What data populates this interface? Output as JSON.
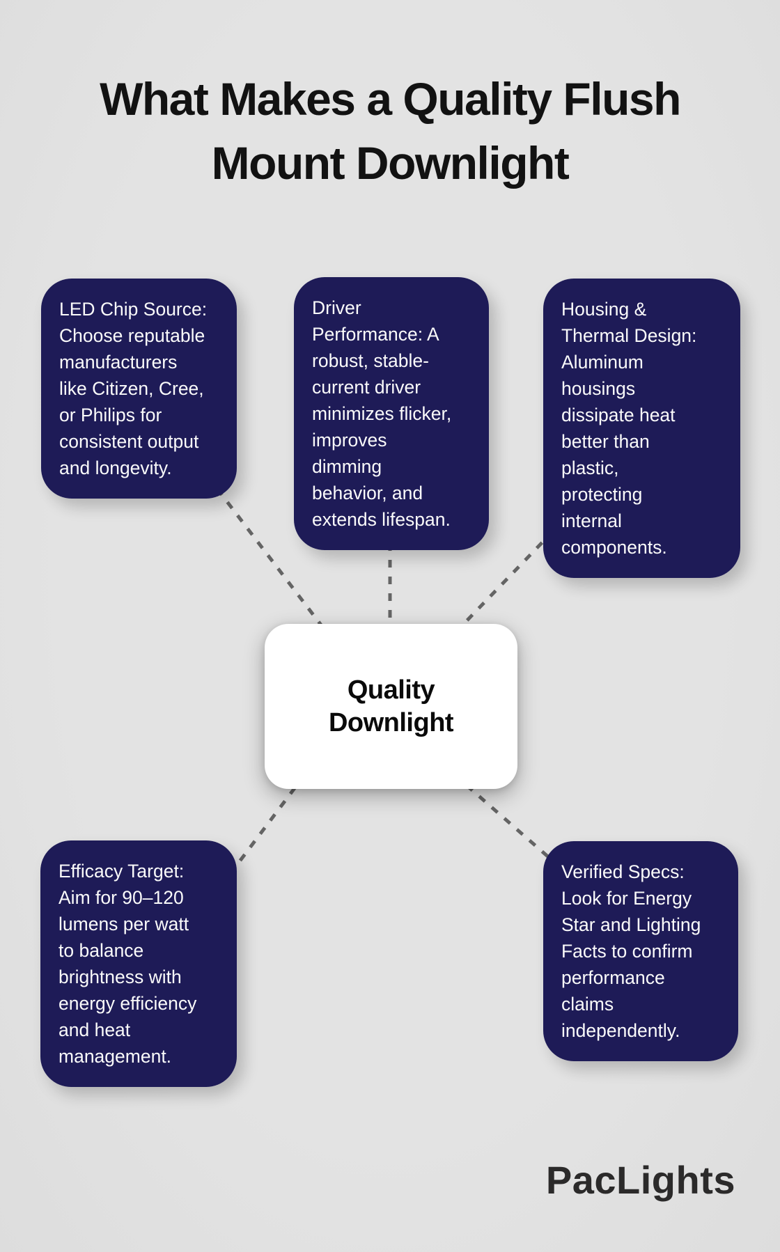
{
  "title": {
    "text": "What Makes a Quality Flush\nMount Downlight"
  },
  "center": {
    "text": "Quality\nDownlight"
  },
  "factors": [
    {
      "id": "led-chip-source",
      "text": "LED Chip Source:\nChoose reputable\nmanufacturers\nlike Citizen, Cree,\nor Philips for\nconsistent output\nand longevity."
    },
    {
      "id": "driver-performance",
      "text": "Driver\nPerformance: A\nrobust, stable-\ncurrent driver\nminimizes flicker,\nimproves\ndimming\nbehavior, and\nextends lifespan."
    },
    {
      "id": "housing-thermal-design",
      "text": "Housing &\nThermal Design:\nAluminum\nhousings\ndissipate heat\nbetter than\nplastic,\nprotecting\ninternal\ncomponents."
    },
    {
      "id": "efficacy-target",
      "text": "Efficacy Target:\nAim for 90–120\nlumens per watt\nto balance\nbrightness with\nenergy efficiency\nand heat\nmanagement."
    },
    {
      "id": "verified-specs",
      "text": "Verified Specs:\nLook for Energy\nStar and Lighting\nFacts to confirm\nperformance\nclaims\nindependently."
    }
  ],
  "logo": {
    "text": "PacLights"
  },
  "colors": {
    "background": "#e1e1e1",
    "card": "#1e1b57",
    "card_text": "#fafafa",
    "center_bg": "#ffffff",
    "center_text": "#0a0a0a",
    "connector": "#646464",
    "title": "#121212",
    "logo": "#2b2a2a"
  }
}
